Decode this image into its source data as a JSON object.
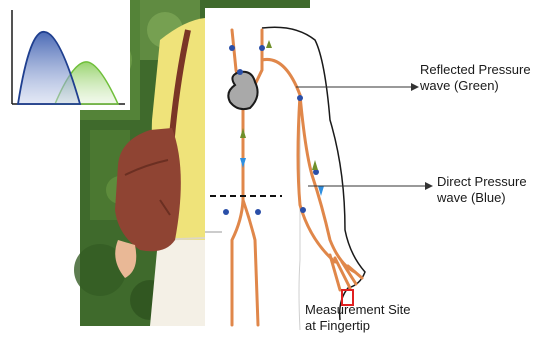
{
  "labels": {
    "reflected_line1": "Reflected Pressure",
    "reflected_line2": "wave (Green)",
    "direct_line1": "Direct Pressure",
    "direct_line2": "wave (Blue)",
    "site_line1": "Measurement Site",
    "site_line2": "at Fingertip"
  },
  "colors": {
    "direct_wave": "#1f3f8f",
    "reflected_wave": "#6fbf3a",
    "artery": "#e0874a",
    "marker": "#e02020"
  },
  "icons": [
    "heart-icon",
    "fingertip-sensor-icon"
  ]
}
